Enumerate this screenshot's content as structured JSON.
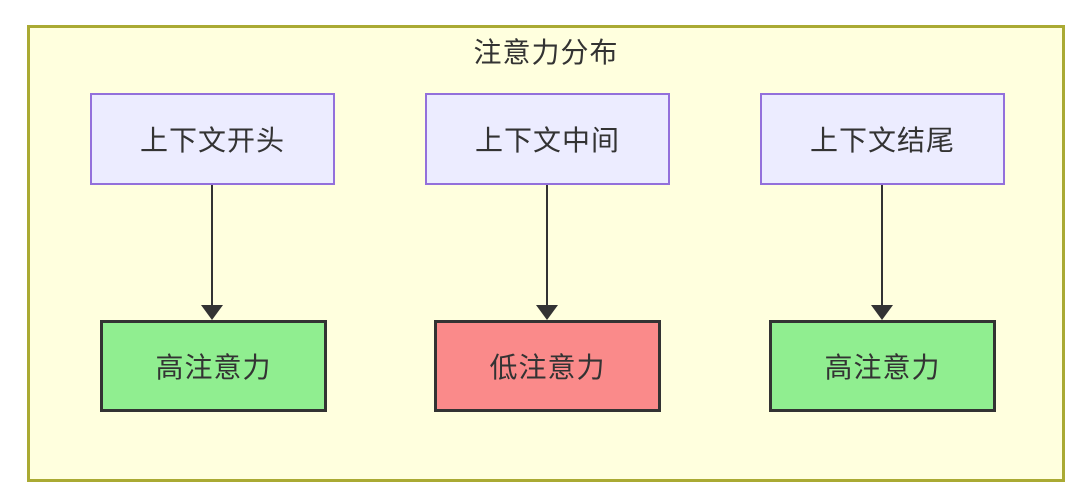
{
  "diagram": {
    "title": "注意力分布",
    "columns": [
      {
        "source": "上下文开头",
        "target": "高注意力",
        "attention": "high"
      },
      {
        "source": "上下文中间",
        "target": "低注意力",
        "attention": "low"
      },
      {
        "source": "上下文结尾",
        "target": "高注意力",
        "attention": "high"
      }
    ],
    "colors": {
      "page_bg": "#FFFFFF",
      "container_bg": "#FFFFDE",
      "container_border": "#AAAA33",
      "source_bg": "#ECECFF",
      "source_border": "#9370DB",
      "target_high_bg": "#90EE90",
      "target_low_bg": "#FA8A8A",
      "target_border": "#333333",
      "arrow": "#333333",
      "text": "#333333"
    }
  }
}
